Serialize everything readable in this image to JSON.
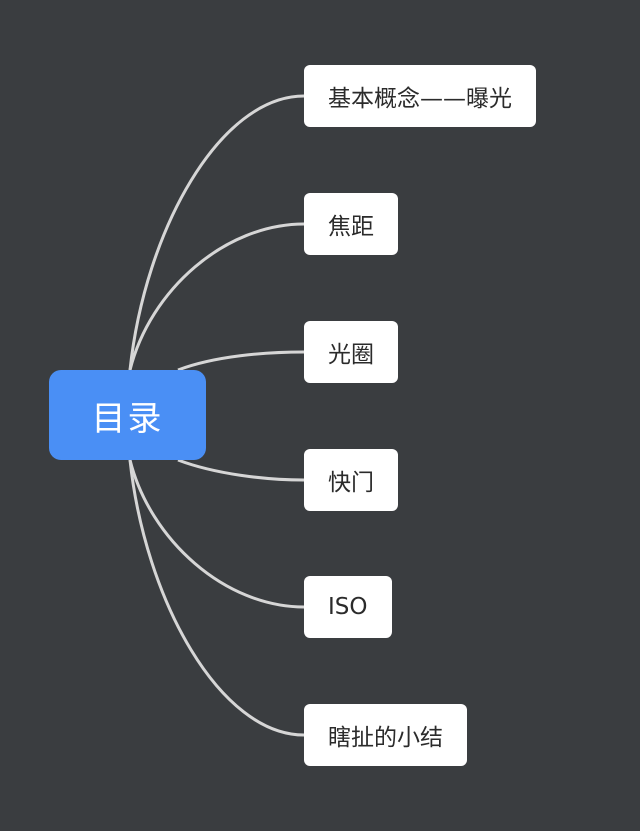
{
  "mindmap": {
    "root": {
      "label": "目录"
    },
    "children": [
      {
        "label": "基本概念——曝光"
      },
      {
        "label": "焦距"
      },
      {
        "label": "光圈"
      },
      {
        "label": "快门"
      },
      {
        "label": "ISO"
      },
      {
        "label": "瞎扯的小结"
      }
    ]
  },
  "colors": {
    "background": "#3a3d40",
    "root_fill": "#4a8ff5",
    "node_fill": "#ffffff",
    "connector": "#d6d6d6"
  }
}
